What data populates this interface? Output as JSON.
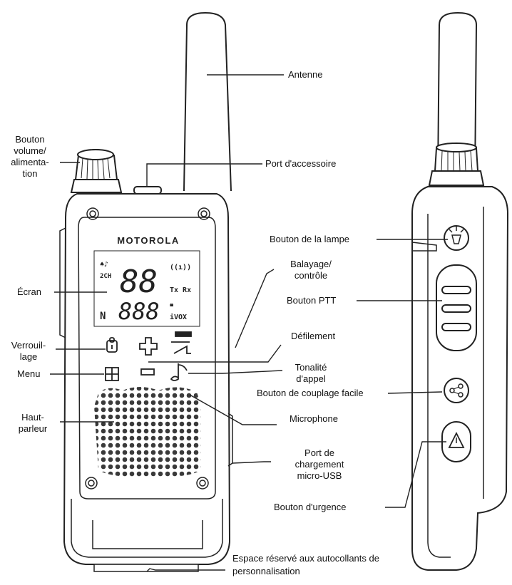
{
  "labels": {
    "volume": [
      "Bouton",
      "volume/",
      "alimenta-",
      "tion"
    ],
    "antenna": "Antenne",
    "accessory_port": "Port d'accessoire",
    "lamp_button": "Bouton de la lampe",
    "scan": [
      "Balayage/",
      "contrôle"
    ],
    "screen": "Écran",
    "ptt": "Bouton PTT",
    "lock": [
      "Verrouil-",
      "lage"
    ],
    "scroll": "Défilement",
    "menu": "Menu",
    "call_tone": [
      "Tonalité",
      "d'appel"
    ],
    "easy_pair": "Bouton de couplage facile",
    "speaker": [
      "Haut-",
      "parleur"
    ],
    "microphone": "Microphone",
    "charging_port": [
      "Port de",
      "chargement",
      "micro-USB"
    ],
    "emergency": "Bouton d'urgence",
    "sticker_space": [
      "Espace réservé aux autocollants de",
      "personnalisation"
    ]
  },
  "device": {
    "brand": "MOTOROLA",
    "lcd_main_digits": "88",
    "lcd_sub_digits": "888",
    "lcd_ch": "2CH",
    "lcd_txrx": "Tx Rx",
    "lcd_vox": "iVOX",
    "lcd_signal": "((ı))"
  }
}
